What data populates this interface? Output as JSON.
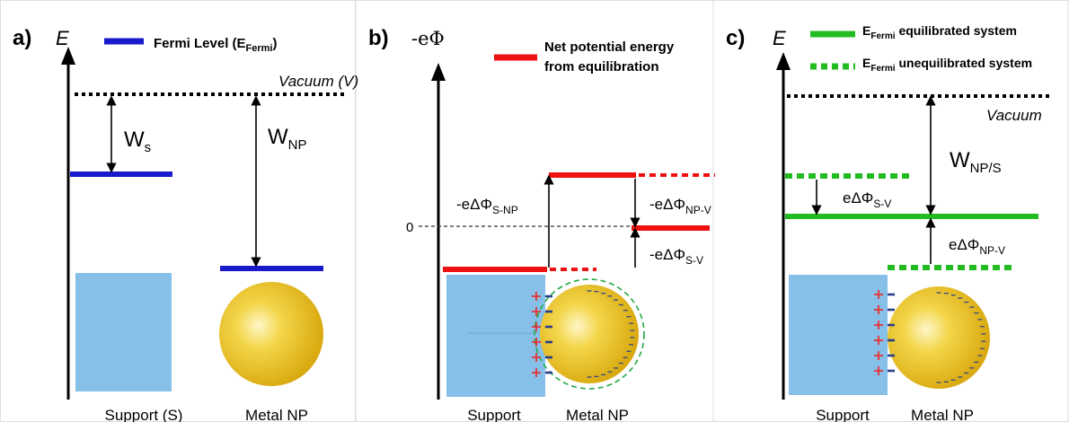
{
  "panel_a": {
    "letter": "a)",
    "axis": "E",
    "legend": {
      "text": "Fermi Level (E",
      "sub": "Fermi",
      "close": ")",
      "color": "#1a1acc"
    },
    "vacuum": "Vacuum (V)",
    "ws": {
      "main": "W",
      "sub": "s"
    },
    "wnp": {
      "main": "W",
      "sub": "NP"
    },
    "labels": [
      "Support (S)",
      "Metal NP"
    ]
  },
  "panel_b": {
    "letter": "b)",
    "axis": "-eΦ",
    "legend_line1": "Net potential energy",
    "legend_line2": "from equilibration",
    "legend_color": "#ee1111",
    "zero": "0",
    "snp": {
      "main": "-eΔΦ",
      "sub": "S-NP"
    },
    "npv": {
      "main": "-eΔΦ",
      "sub": "NP-V"
    },
    "sv": {
      "main": "-eΔΦ",
      "sub": "S-V"
    },
    "labels": [
      "Support",
      "Metal NP"
    ]
  },
  "panel_c": {
    "letter": "c)",
    "axis": "E",
    "legend1": {
      "main": "E",
      "sub": "Fermi",
      "rest": " equilibrated system",
      "color": "#22bb22"
    },
    "legend2": {
      "main": "E",
      "sub": "Fermi",
      "rest": " unequilibrated system"
    },
    "vacuum": "Vacuum",
    "wnps": {
      "main": "W",
      "sub": "NP/S"
    },
    "sv": {
      "main": "eΔΦ",
      "sub": "S-V"
    },
    "npv": {
      "main": "eΔΦ",
      "sub": "NP-V"
    },
    "labels": [
      "Support",
      "Metal NP"
    ]
  },
  "colors": {
    "support": "#86bfe8",
    "sphere": "#f0c830",
    "plus": "#e43333",
    "minus": "#2a3f8a",
    "dash_green": "#22aa44"
  }
}
